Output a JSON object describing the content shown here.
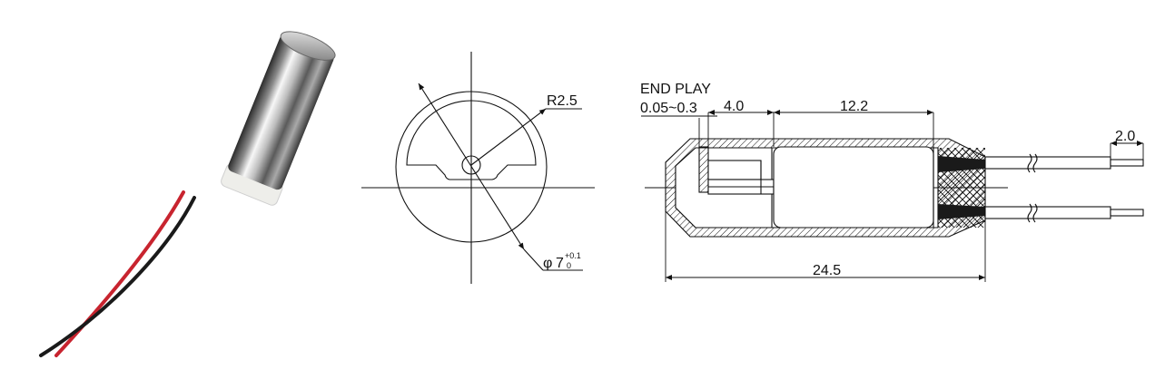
{
  "end_view": {
    "radius_label": "R2.5",
    "diameter_symbol": "φ",
    "diameter_value": "7",
    "tol_upper": "+0.1",
    "tol_lower": "0"
  },
  "side_view": {
    "end_play_title": "END PLAY",
    "end_play_value": "0.05~0.3",
    "dim_shaft": "4.0",
    "dim_body": "12.2",
    "dim_lead": "2.0",
    "dim_overall": "24.5"
  },
  "colors": {
    "line": "#111111",
    "wire_red": "#c8242f",
    "wire_black": "#1a1a1a",
    "sleeve": "#eeeeea"
  }
}
